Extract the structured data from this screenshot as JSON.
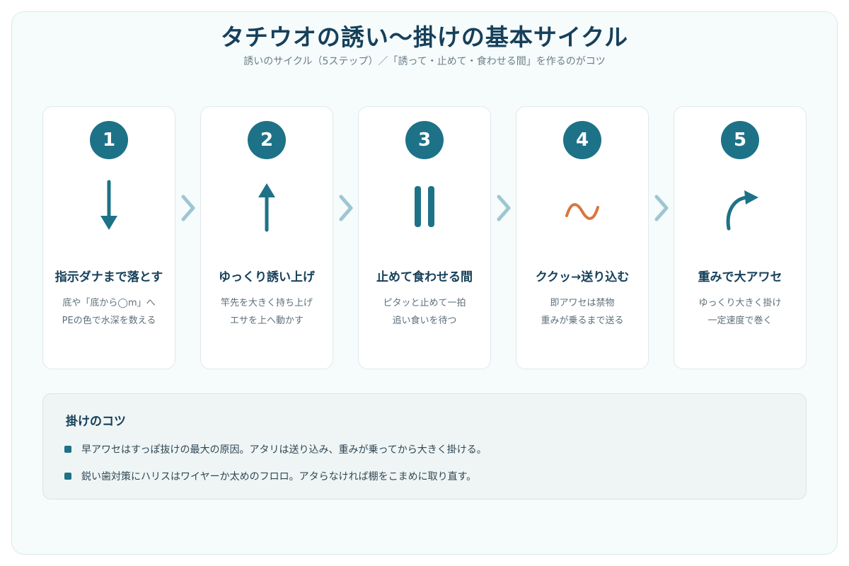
{
  "header": {
    "title": "タチウオの誘い〜掛けの基本サイクル",
    "subtitle": "誘いのサイクル（5ステップ）／「誘って・止めて・食わせる間」を作るのがコツ"
  },
  "steps": [
    {
      "number": "1",
      "title": "指示ダナまで落とす",
      "lines": [
        "底や「底から◯m」へ",
        "PEの色で水深を数える"
      ],
      "icon": "down-arrow-icon"
    },
    {
      "number": "2",
      "title": "ゆっくり誘い上げ",
      "lines": [
        "竿先を大きく持ち上げ",
        "エサを上へ動かす"
      ],
      "icon": "up-arrow-icon"
    },
    {
      "number": "3",
      "title": "止めて食わせる間",
      "lines": [
        "ピタッと止めて一拍",
        "追い食いを待つ"
      ],
      "icon": "pause-icon"
    },
    {
      "number": "4",
      "title": "ククッ→送り込む",
      "lines": [
        "即アワセは禁物",
        "重みが乗るまで送る"
      ],
      "icon": "wave-icon"
    },
    {
      "number": "5",
      "title": "重みで大アワセ",
      "lines": [
        "ゆっくり大きく掛け",
        "一定速度で巻く"
      ],
      "icon": "curved-arrow-icon"
    }
  ],
  "tips": {
    "title": "掛けのコツ",
    "items": [
      "早アワセはすっぽ抜けの最大の原因。アタリは送り込み、重みが乗ってから大きく掛ける。",
      "鋭い歯対策にハリスはワイヤーか太めのフロロ。アタらなければ棚をこまめに取り直す。"
    ]
  },
  "colors": {
    "accent": "#1e7287",
    "wave": "#d9763f",
    "chevron": "#9ec6d2",
    "title": "#16405a"
  }
}
